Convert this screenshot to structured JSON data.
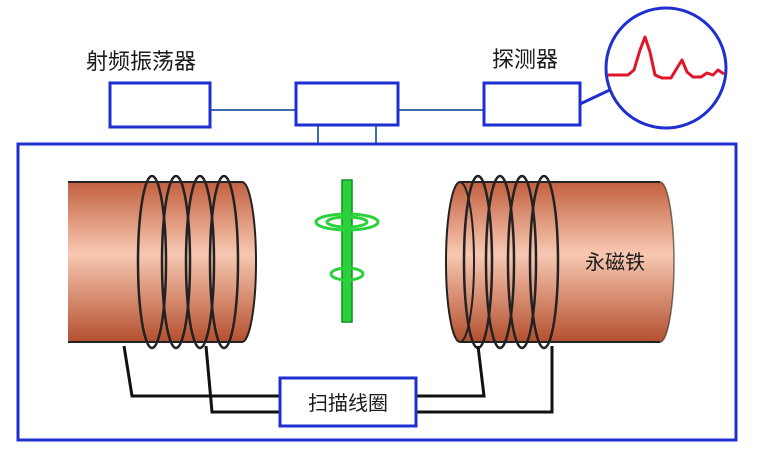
{
  "labels": {
    "rf_oscillator": "射频振荡器",
    "detector": "探测器",
    "permanent_magnet": "永磁铁",
    "sweep_coil": "扫描线圈"
  },
  "colors": {
    "frame_blue": "#1f2fd0",
    "wire_black": "#111111",
    "magnet_copper": "#e58f6e",
    "sample_green": "#2ad13a",
    "signal_red": "#e0162b",
    "connector_blue": "#3b6fb0"
  },
  "icons": {
    "oscilloscope": "oscilloscope-signal-icon",
    "sample_tube": "sample-tube-icon"
  }
}
